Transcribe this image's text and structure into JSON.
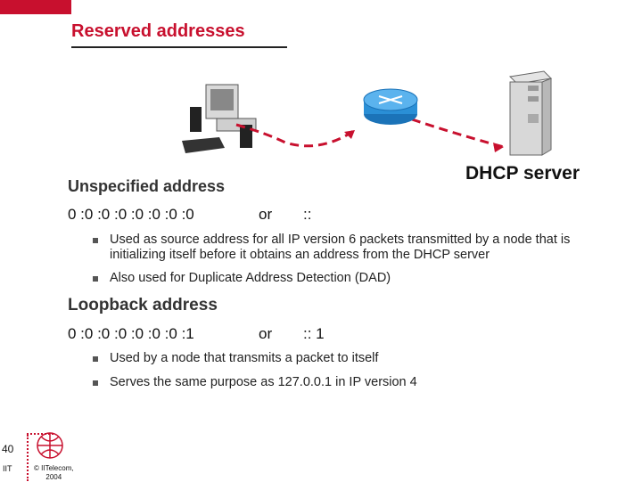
{
  "slide": {
    "title": "Reserved addresses",
    "dhcp_label": "DHCP server",
    "accent": "#c8102e"
  },
  "unspecified": {
    "heading": "Unspecified address",
    "full": "0 :0 :0 :0 :0 :0 :0 :0",
    "or": "or",
    "short": "::",
    "bullets": [
      "Used as source address for all IP version 6 packets transmitted by a node that is initializing itself before it obtains an address from the DHCP server",
      "Also used for Duplicate Address Detection (DAD)"
    ]
  },
  "loopback": {
    "heading": "Loopback address",
    "full": "0 :0 :0 :0 :0 :0 :0 :1",
    "or": "or",
    "short": ":: 1",
    "bullets": [
      "Used by a node that transmits a packet to itself",
      "Serves the same purpose as 127.0.0.1 in IP version 4"
    ]
  },
  "footer": {
    "page": "40",
    "org": "IIT",
    "copyright_line1": "© IITelecom,",
    "copyright_line2": "2004"
  },
  "icons": [
    "computer-icon",
    "router-icon",
    "server-icon",
    "logo-icon"
  ]
}
